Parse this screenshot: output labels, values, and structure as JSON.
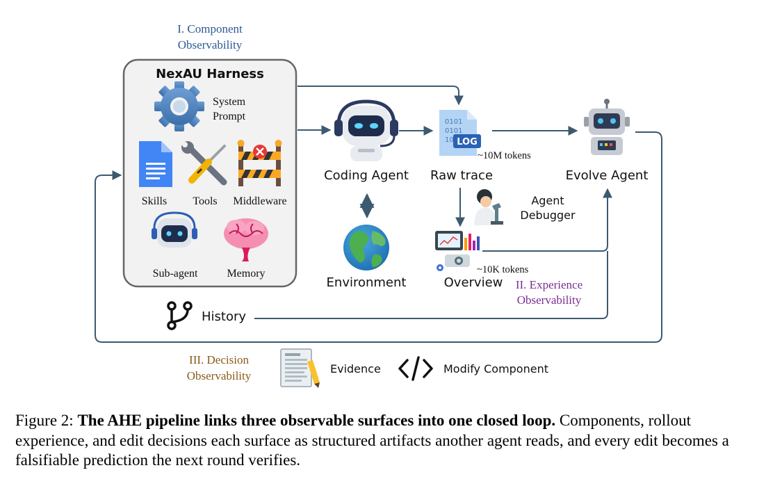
{
  "observability": {
    "component": [
      "I. Component",
      "Observability"
    ],
    "experience": [
      "II. Experience",
      "Observability"
    ],
    "decision": [
      "III. Decision",
      "Observability"
    ]
  },
  "harness": {
    "title": "NexAU Harness",
    "system_prompt": [
      "System",
      "Prompt"
    ],
    "skills": "Skills",
    "tools": "Tools",
    "middleware": "Middleware",
    "sub_agent": "Sub-agent",
    "memory": "Memory"
  },
  "nodes": {
    "coding_agent": "Coding Agent",
    "environment": "Environment",
    "raw_trace": "Raw trace",
    "raw_trace_tokens": "~10M tokens",
    "log_text": "LOG",
    "evolve_agent": "Evolve Agent",
    "agent_debugger": [
      "Agent",
      "Debugger"
    ],
    "overview": "Overview",
    "overview_tokens": "~10K tokens",
    "history": "History"
  },
  "bottom": {
    "evidence": "Evidence",
    "modify_component": "Modify Component"
  },
  "caption": {
    "prefix": "Figure 2: ",
    "bold": "The AHE pipeline links three observable surfaces into one closed loop.",
    "rest": " Components, rollout experience, and edit decisions each surface as structured artifacts another agent reads, and every edit becomes a falsifiable prediction the next round verifies."
  },
  "colors": {
    "arrow": "#3c5a70",
    "box_fill": "#f2f2f2",
    "box_border": "#666666",
    "component_text": "#2b5a94",
    "experience_text": "#7a2d91",
    "decision_text": "#8a5a1a"
  }
}
